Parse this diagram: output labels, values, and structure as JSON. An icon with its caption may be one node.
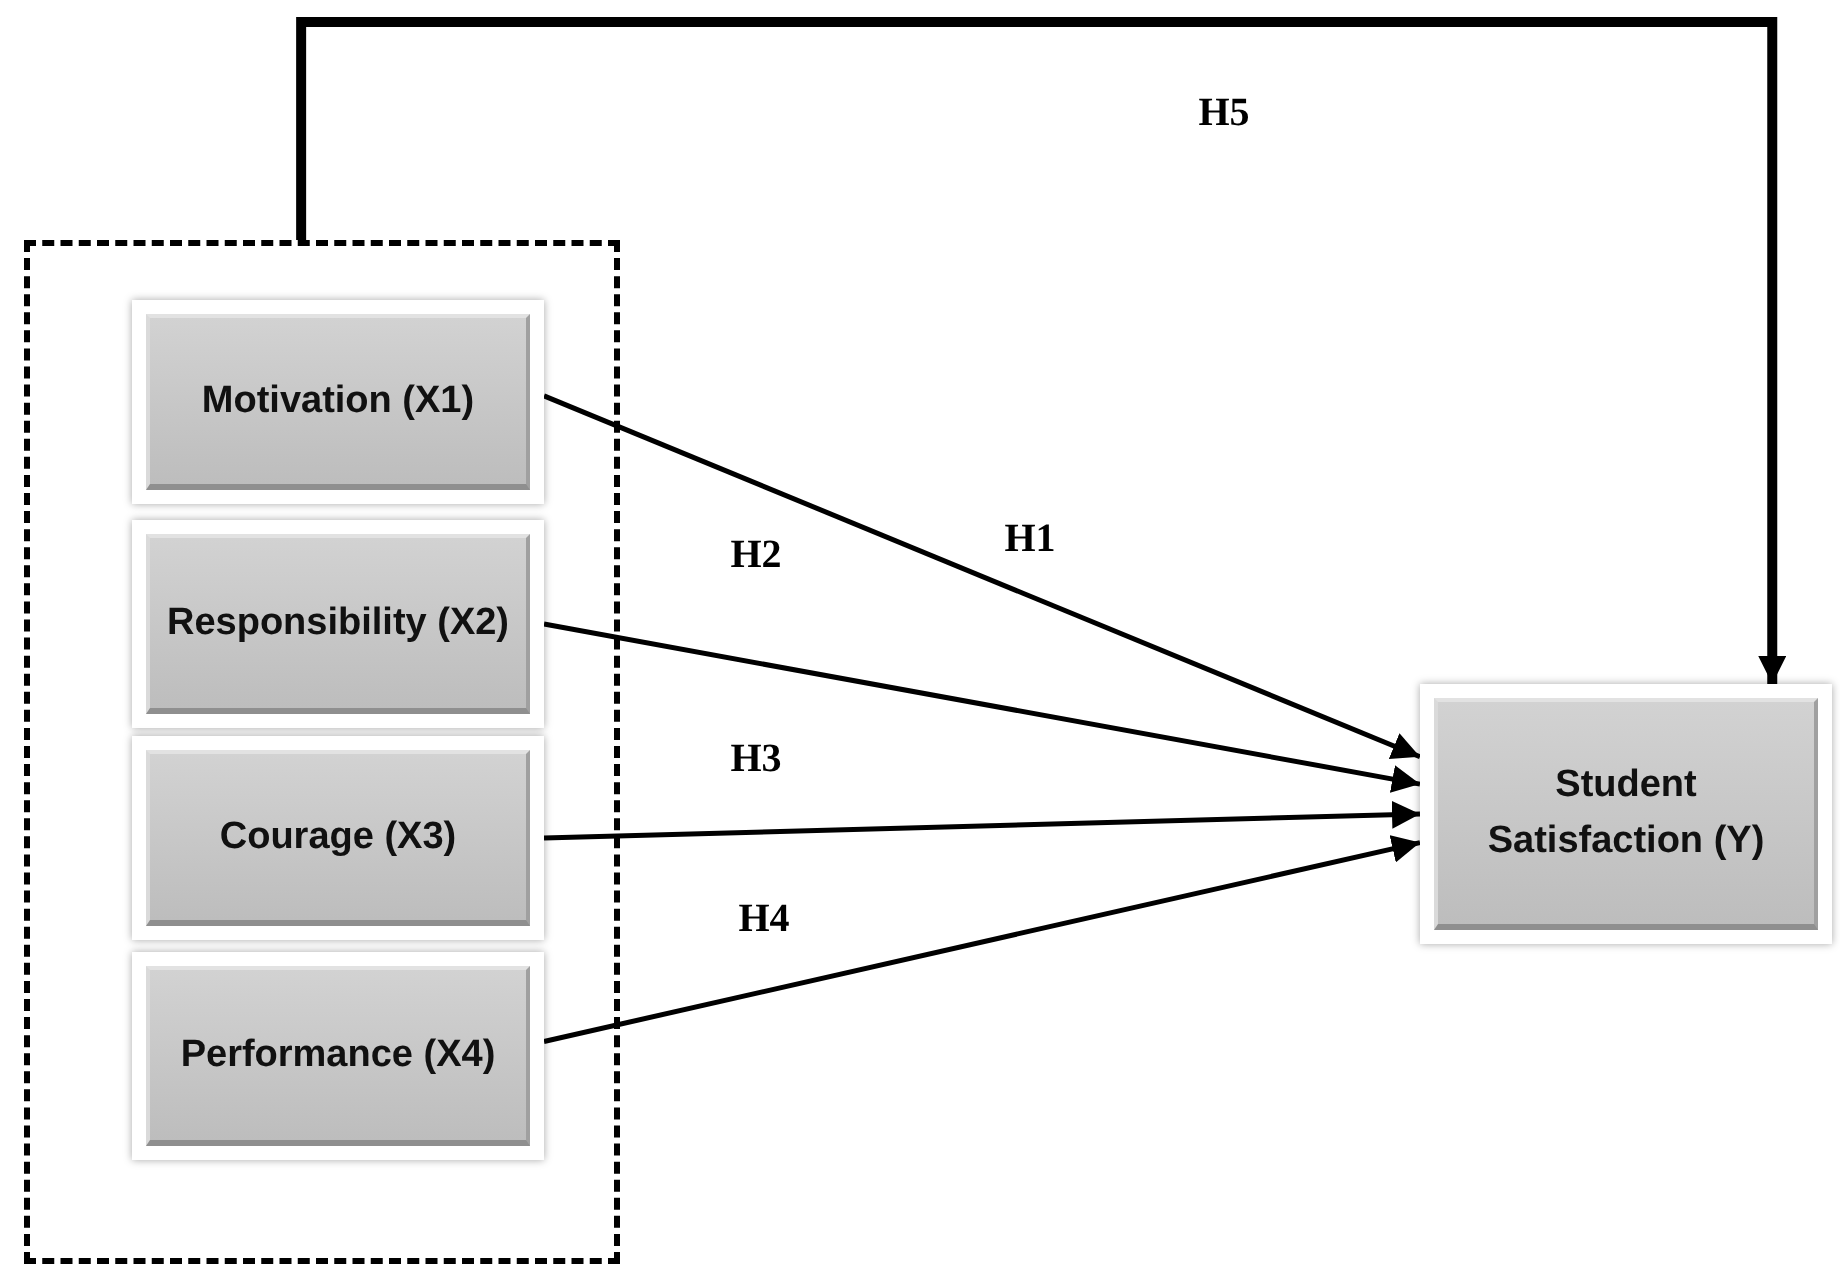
{
  "diagram": {
    "nodes": [
      {
        "text": [],
        "shape": "box"
      },
      {
        "text": [
          "Motivation (X1)"
        ],
        "in": 0
      },
      {
        "text": [
          "Responsibility (X2)"
        ],
        "in": 0
      },
      {
        "text": [
          "Courage (X3)"
        ],
        "in": 0
      },
      {
        "text": [
          "Performance (X4)"
        ],
        "in": 0
      },
      {
        "text": [
          "Student Satisfaction (Y)"
        ]
      }
    ],
    "edges": [
      {
        "from": 1,
        "to": 5,
        "arrow": "to",
        "label": "H1"
      },
      {
        "from": 2,
        "to": 5,
        "arrow": "to",
        "label": "H2"
      },
      {
        "from": 3,
        "to": 5,
        "arrow": "to",
        "label": "H3"
      },
      {
        "from": 4,
        "to": 5,
        "arrow": "to",
        "label": "H4"
      },
      {
        "from": 0,
        "to": 5,
        "arrow": "to",
        "label": "H5",
        "style": "thick"
      }
    ]
  }
}
